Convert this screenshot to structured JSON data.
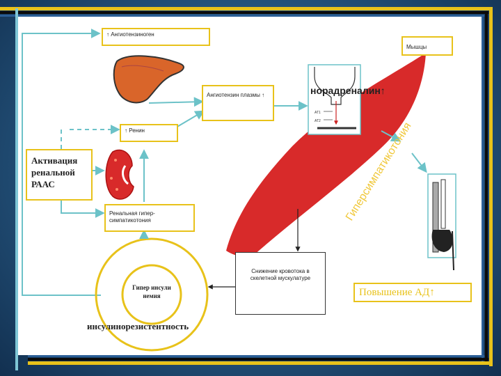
{
  "labels": {
    "angiotensinogen": "↑ Ангиотензиноген",
    "angiotensin_plasma": "Ангиотензин плазмы ↑",
    "renin": "↑ Ренин",
    "activation_raas": "Активация ренальной РААС",
    "renal_hyper": "Ренальная гипер-симпатикотония",
    "muscles": "Мышцы",
    "noradrenaline": "норадреналин↑",
    "receptor_a1": "AT1",
    "receptor_a2": "AT2",
    "hypersympathicotonia": "Гиперсимпатикотония",
    "blood_flow": "Снижение кровотока в скелетной мускулатуре",
    "bp_increase": "Повышение АД↑",
    "hyperinsulinemia": "Гипер инсули немия",
    "insulin_resistance": "инсулинорезистентность"
  },
  "colors": {
    "frame_yellow": "#e8c21a",
    "arrow_teal": "#6cc2c8",
    "muscle_red": "#d82a2a",
    "hyper_text": "#f0c83a",
    "background_blue": "#2c6595"
  },
  "icons": [
    "liver-icon",
    "kidney-icon",
    "synapse-icon",
    "blood-pressure-meter-icon",
    "muscle-shape"
  ]
}
